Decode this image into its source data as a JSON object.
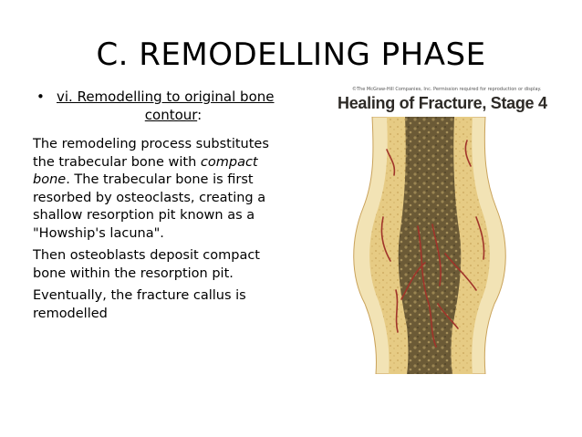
{
  "slide": {
    "title": "C. REMODELLING PHASE",
    "bullet": {
      "marker": "•",
      "line1": "vi. Remodelling to original bone",
      "line2_underlined": "contour",
      "line2_suffix": ":"
    },
    "body": {
      "p1_part1": "The remodeling process substitutes the trabecular bone with ",
      "p1_em1": "compact bone",
      "p1_part2": ". The trabecular bone is first resorbed by osteoclasts, creating a shallow resorption pit known as a \"Howship's lacuna\".",
      "p2": " Then osteoblasts deposit compact bone within the resorption pit.",
      "p3": " Eventually, the fracture callus is remodelled"
    }
  },
  "figure": {
    "credit": "©The McGraw-Hill Companies, Inc. Permission required for reproduction or display.",
    "title": "Healing of Fracture, Stage 4"
  },
  "colors": {
    "bone_outer": "#ecd9a3",
    "bone_cortex": "#d9b96b",
    "marrow": "#6b5a36",
    "vessel": "#a0342a"
  }
}
